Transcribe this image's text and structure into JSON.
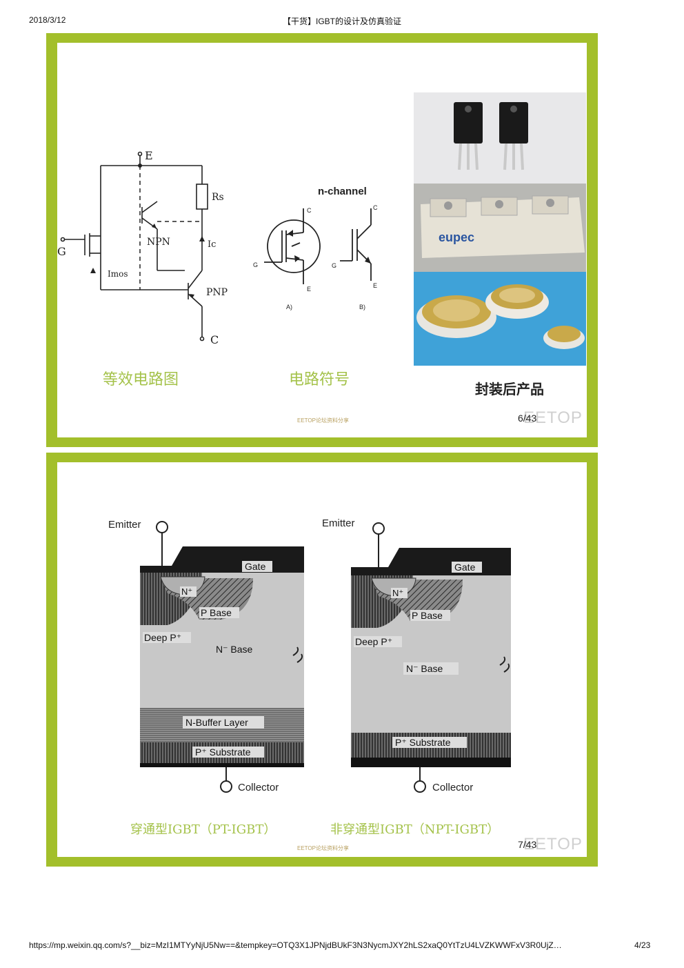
{
  "header": {
    "date": "2018/3/12",
    "title": "【干货】IGBT的设计及仿真验证"
  },
  "footer": {
    "url": "https://mp.weixin.qq.com/s?__biz=MzI1MTYyNjU5Nw==&tempkey=OTQ3X1JPNjdBUkF3N3NycmJXY2hLS2xaQ0YtTzU4LVZKWWFxV3R0UjZ…",
    "page": "4/23"
  },
  "slide1": {
    "captions": {
      "equivalent": "等效电路图",
      "symbol": "电路符号",
      "products": "封装后产品"
    },
    "schematic": {
      "E": "E",
      "G": "G",
      "C": "C",
      "Rs": "Rs",
      "NPN": "NPN",
      "PNP": "PNP",
      "Ic": "Ic",
      "Imos": "Imos"
    },
    "symbol": {
      "title": "n-channel",
      "C": "C",
      "G": "G",
      "E": "E",
      "a": "A)",
      "b": "B)"
    },
    "photo_text": "eupec",
    "credit": "EETOP论坛资料分享",
    "page": "6/43",
    "watermark": "EETOP"
  },
  "slide2": {
    "captions": {
      "pt": "穿通型IGBT（PT-IGBT）",
      "npt": "非穿通型IGBT（NPT-IGBT）"
    },
    "pt": {
      "emitter": "Emitter",
      "gate": "Gate",
      "nplus": "N⁺",
      "pbase": "P Base",
      "deep": "Deep P⁺",
      "nbase": "N⁻ Base",
      "buffer": "N-Buffer Layer",
      "substrate": "P⁺ Substrate",
      "collector": "Collector"
    },
    "npt": {
      "emitter": "Emitter",
      "gate": "Gate",
      "nplus": "N⁺",
      "pbase": "P Base",
      "deep": "Deep P⁺",
      "nbase": "N⁻ Base",
      "substrate": "P⁺ Substrate",
      "collector": "Collector"
    },
    "credit": "EETOP论坛资料分享",
    "page": "7/43",
    "watermark": "EETOP"
  }
}
